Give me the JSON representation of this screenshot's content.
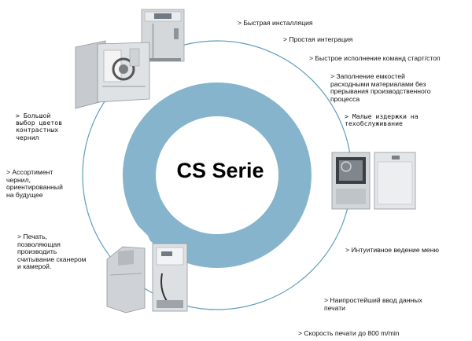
{
  "diagram": {
    "title": "CS Serie",
    "colors": {
      "ring": "#86b4cc",
      "outer_circle": "#5f9cc0",
      "arrow": "#c8dde9",
      "background": "#ffffff"
    },
    "features_right": [
      "> Быстрая инсталляция",
      "> Простая интеграция",
      "> Быстрое исполнение команд старт/стоп",
      "> Заполнение емкостей\nрасходными материалами без\nпрерывания производственного\nпроцесса",
      "> Малые издержки на\nтехобслуживание",
      "> Интуитивное ведение меню",
      "> Наипростейший ввод данных\nпечати",
      "> Скорость печати до 800 m/min"
    ],
    "features_left": [
      "> Большой\nвыбор цветов\nконтрастных\nчернил",
      "> Ассортимент\nчернил,\nориентированный\nна будущее",
      "> Печать,\nпозволяющая\nпроизводить\nсчитывание сканером\nи камерой."
    ],
    "images": [
      "printer-top-closed-image",
      "printer-open-cabinet-image",
      "printer-right-pair-image",
      "printer-bottom-pair-image"
    ]
  }
}
